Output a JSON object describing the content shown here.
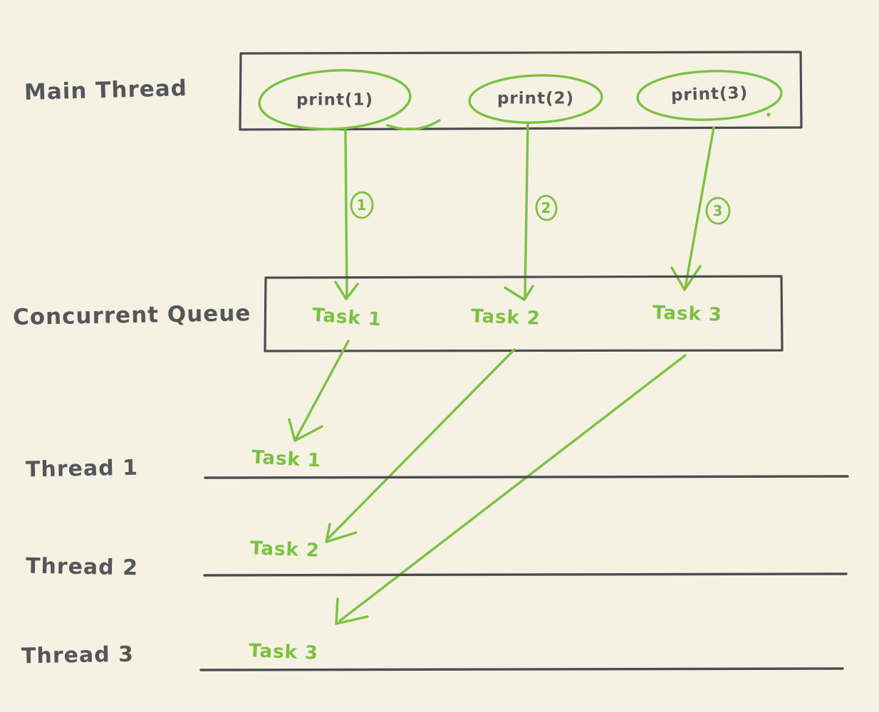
{
  "colors": {
    "background": "#f5f2e3",
    "ink": "#55565a",
    "green": "#7bc142",
    "line": "#4b4c4f"
  },
  "main_thread": {
    "label": "Main Thread",
    "calls": [
      {
        "label": "print(1)",
        "step": "1"
      },
      {
        "label": "print(2)",
        "step": "2"
      },
      {
        "label": "print(3)",
        "step": "3"
      }
    ]
  },
  "queue": {
    "label": "Concurrent Queue",
    "tasks": [
      {
        "label": "Task 1"
      },
      {
        "label": "Task 2"
      },
      {
        "label": "Task 3"
      }
    ]
  },
  "threads": [
    {
      "label": "Thread 1",
      "task": "Task 1"
    },
    {
      "label": "Thread 2",
      "task": "Task 2"
    },
    {
      "label": "Thread 3",
      "task": "Task 3"
    }
  ]
}
